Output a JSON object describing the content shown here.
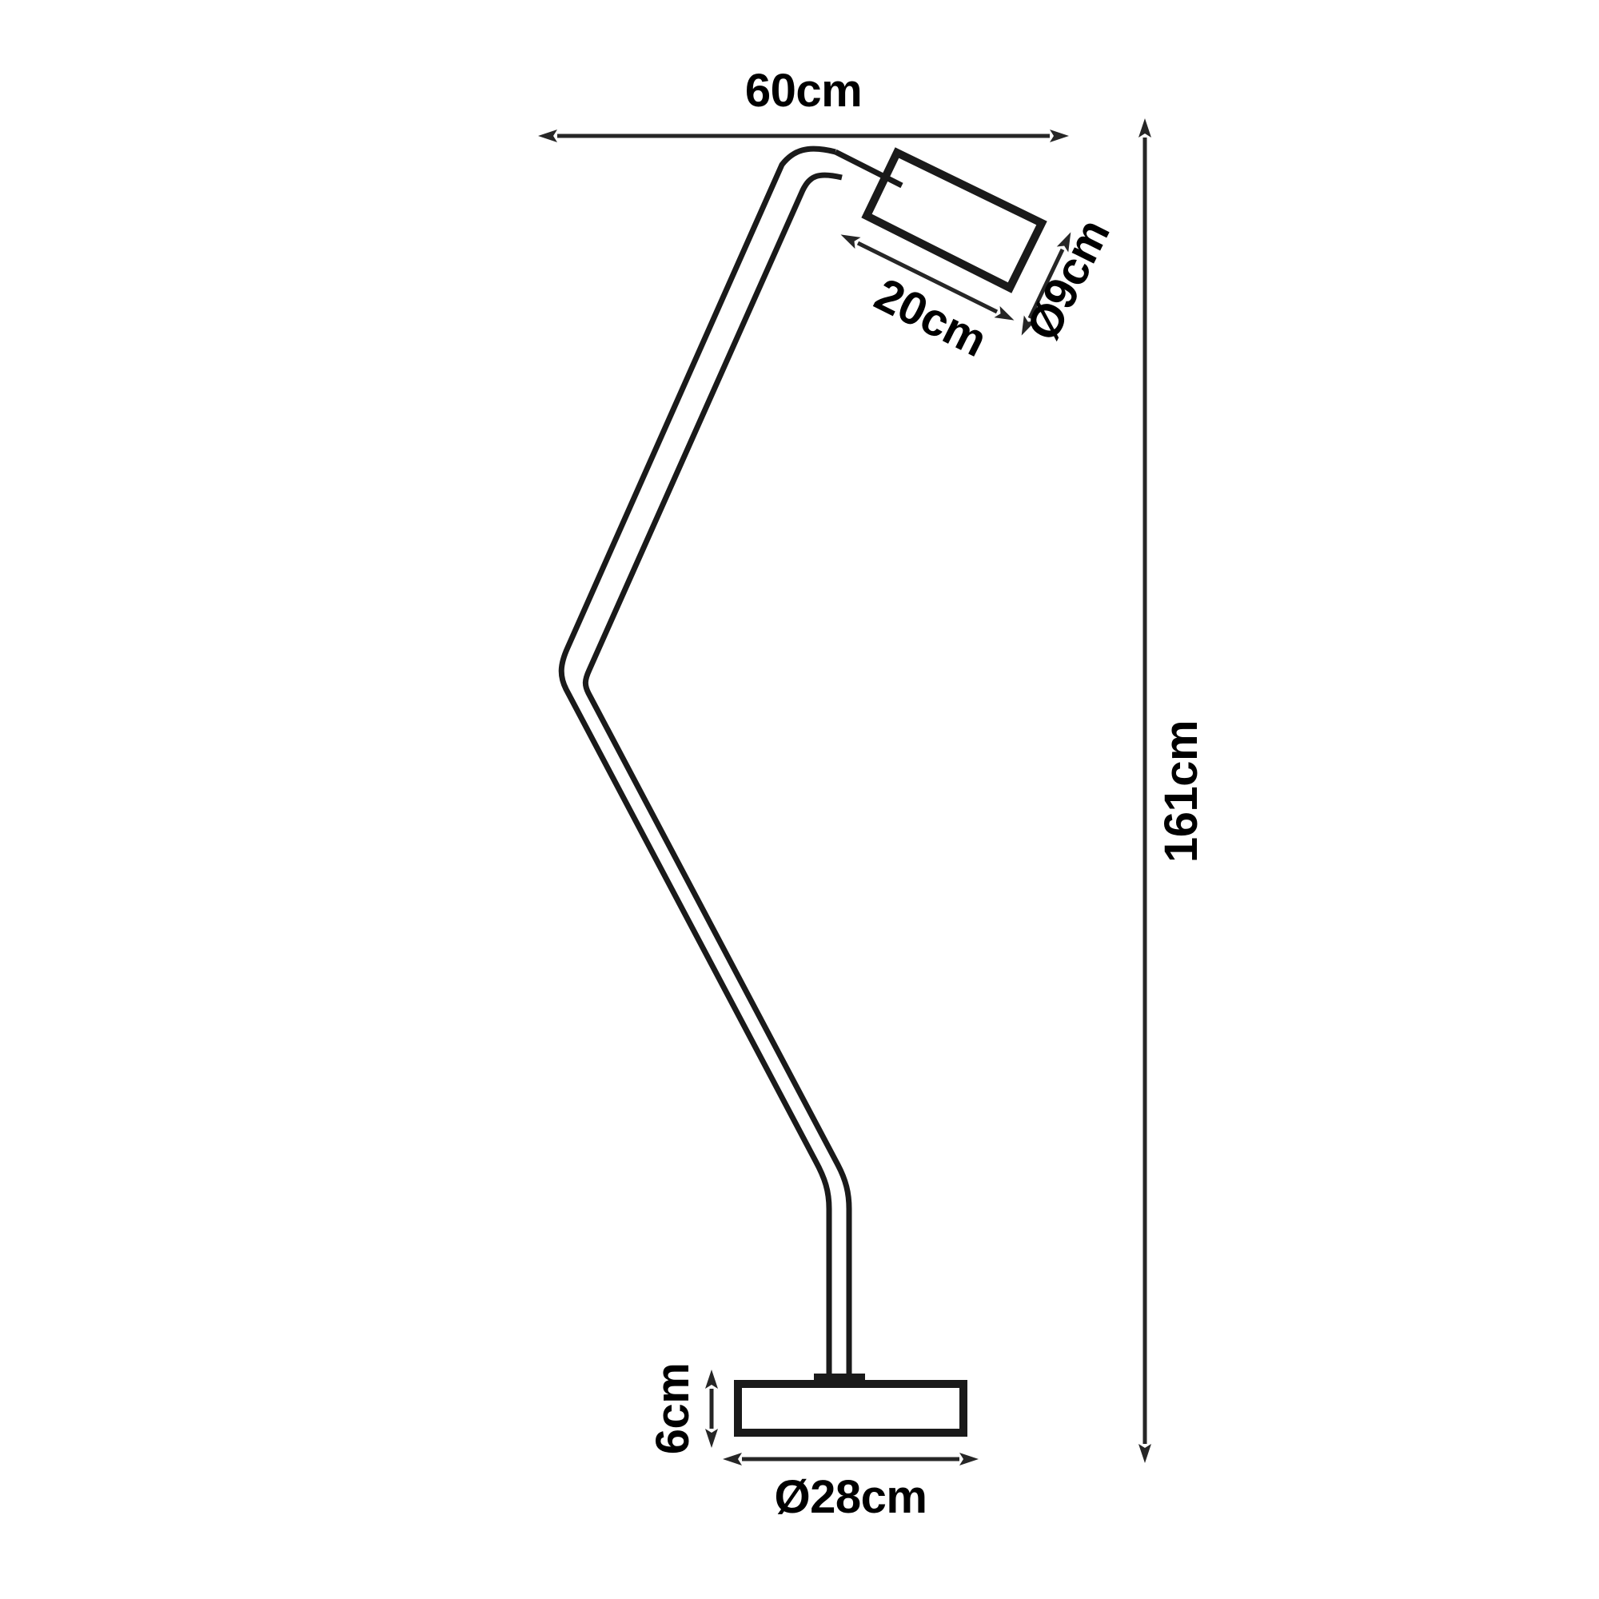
{
  "drawing": {
    "title": "Floor lamp dimension drawing",
    "product": "angled floor lamp",
    "background_color": "#ffffff",
    "line_color": "#1a1a1a",
    "text_color": "#000000",
    "units": "cm"
  },
  "dimensions": {
    "width_top": {
      "label": "60cm",
      "value": 60,
      "unit": "cm",
      "orientation": "horizontal",
      "describes": "overall reach / arm projection"
    },
    "head_length": {
      "label": "20cm",
      "value": 20,
      "unit": "cm",
      "orientation": "diagonal",
      "describes": "lamp head length"
    },
    "head_diameter": {
      "label": "Ø9cm",
      "value": 9,
      "unit": "cm",
      "orientation": "diagonal",
      "describes": "lamp head diameter"
    },
    "total_height": {
      "label": "161cm",
      "value": 161,
      "unit": "cm",
      "orientation": "vertical",
      "describes": "overall height"
    },
    "base_height": {
      "label": "6cm",
      "value": 6,
      "unit": "cm",
      "orientation": "vertical",
      "describes": "base thickness"
    },
    "base_diameter": {
      "label": "Ø28cm",
      "value": 28,
      "unit": "cm",
      "orientation": "horizontal",
      "describes": "base diameter"
    }
  }
}
